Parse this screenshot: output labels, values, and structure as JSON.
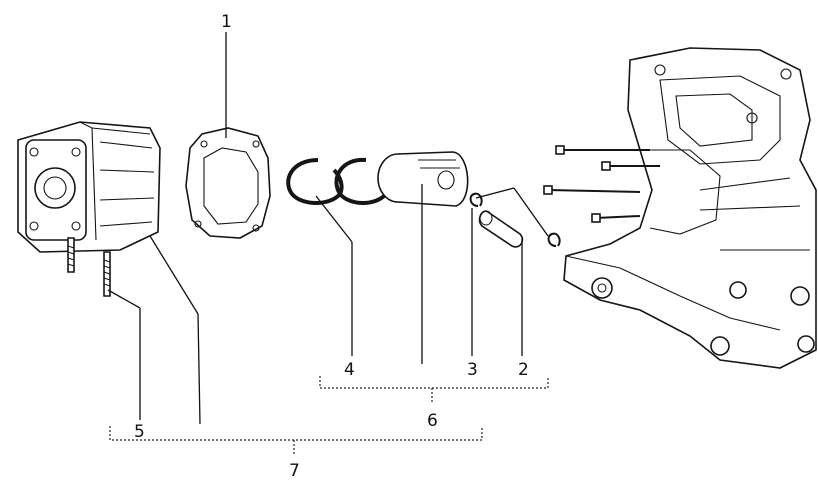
{
  "callouts": {
    "c1": "1",
    "c2": "2",
    "c3": "3",
    "c4": "4",
    "c5": "5",
    "c6": "6",
    "c7": "7"
  },
  "colors": {
    "ink": "#111111",
    "paper": "#ffffff",
    "shade": "#d9d9d9"
  }
}
